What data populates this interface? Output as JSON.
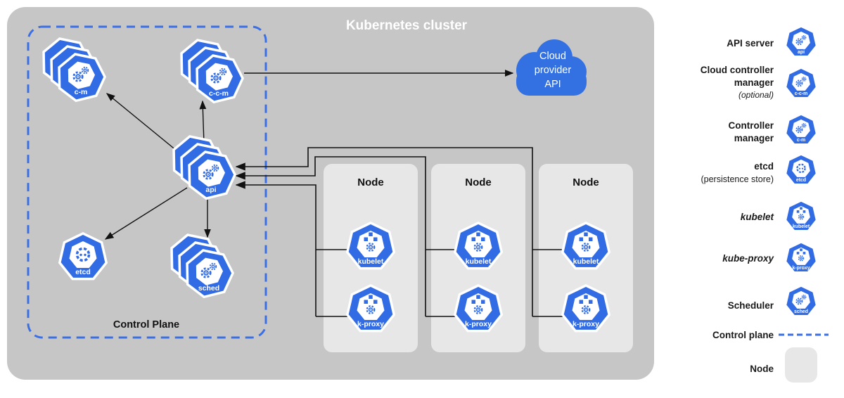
{
  "diagram": {
    "title": "Kubernetes cluster",
    "control_plane_label": "Control Plane",
    "cloud": {
      "lines": [
        "Cloud",
        "provider",
        "API"
      ]
    },
    "nodes": [
      "Node",
      "Node",
      "Node"
    ],
    "icons": {
      "cm": "c-m",
      "ccm": "c-c-m",
      "api": "api",
      "etcd": "etcd",
      "sched": "sched",
      "kubelet": "kubelet",
      "kproxy": "k-proxy"
    }
  },
  "legend": {
    "rows": [
      {
        "label": "API server",
        "icon": "api-server-icon"
      },
      {
        "lines": [
          "Cloud controller",
          "manager"
        ],
        "note": "(optional)",
        "icon": "cloud-controller-manager-icon"
      },
      {
        "lines": [
          "Controller",
          "manager"
        ],
        "icon": "controller-manager-icon"
      },
      {
        "label": "etcd",
        "note": "(persistence store)",
        "icon": "etcd-icon"
      },
      {
        "label": "kubelet",
        "icon": "kubelet-icon"
      },
      {
        "label": "kube-proxy",
        "icon": "kube-proxy-icon"
      },
      {
        "label": "Scheduler",
        "icon": "scheduler-icon"
      },
      {
        "label": "Control plane",
        "swatch": "dashed-line"
      },
      {
        "label": "Node",
        "swatch": "node-box"
      }
    ]
  },
  "colors": {
    "k8s_blue": "#326ce5",
    "cloud_blue": "#3371e3",
    "cluster_bg": "#c6c6c6",
    "node_bg": "#e7e7e7",
    "control_plane_dash": "#3b6fe4",
    "arrow": "#111111"
  }
}
